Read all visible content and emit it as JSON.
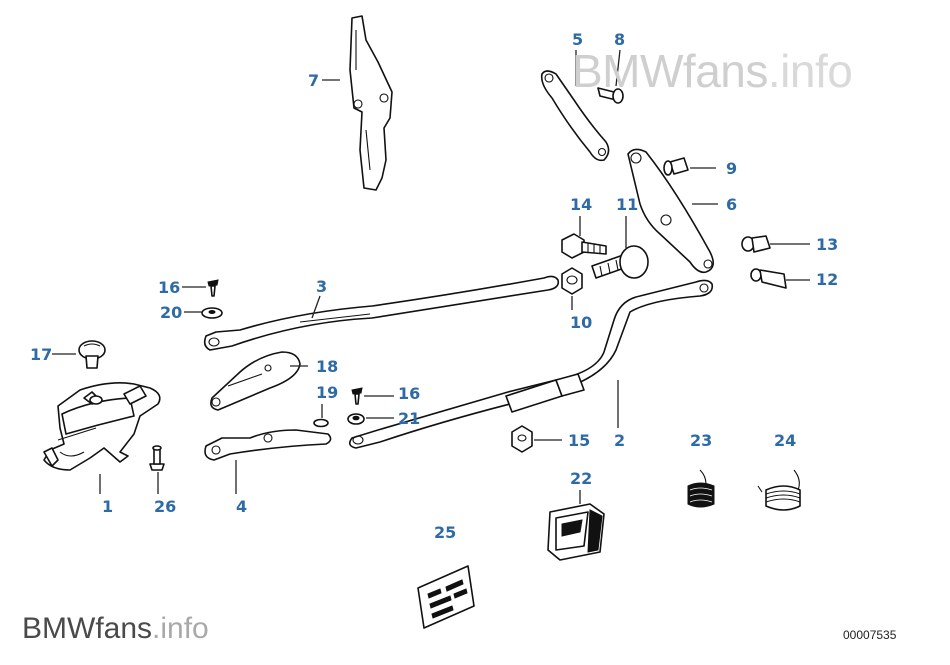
{
  "watermark": {
    "brand": "BMWfans",
    "suffix": ".info"
  },
  "diagram_code": "00007535",
  "labels": {
    "p1": "1",
    "p2": "2",
    "p3": "3",
    "p4": "4",
    "p5": "5",
    "p6": "6",
    "p7": "7",
    "p8": "8",
    "p9": "9",
    "p10": "10",
    "p11": "11",
    "p12": "12",
    "p13": "13",
    "p14": "14",
    "p15": "15",
    "p16a": "16",
    "p16b": "16",
    "p17": "17",
    "p18": "18",
    "p19": "19",
    "p20": "20",
    "p21": "21",
    "p22": "22",
    "p23": "23",
    "p24": "24",
    "p25": "25",
    "p26": "26"
  },
  "colors": {
    "label": "#2e6aa3",
    "line": "#111111"
  }
}
